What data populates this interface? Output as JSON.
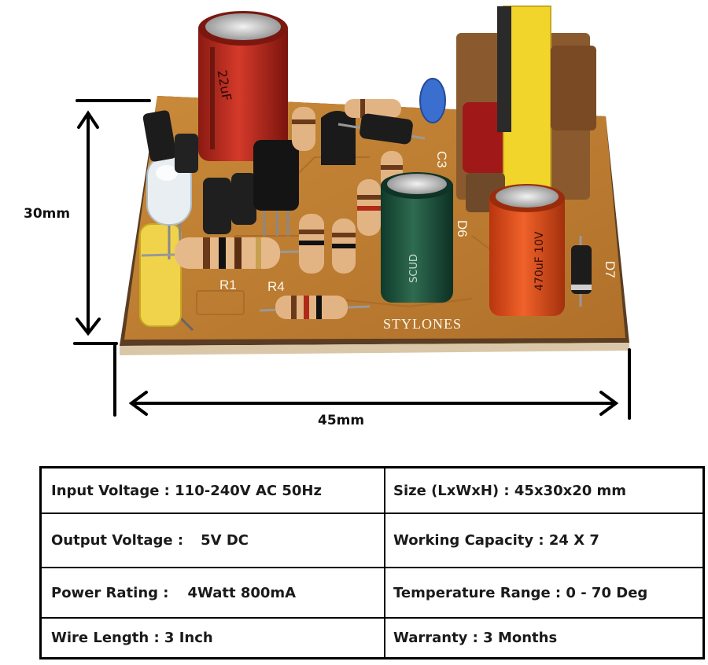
{
  "photo": {
    "board_print": "STYLONES",
    "silkscreen": [
      "R1",
      "R4",
      "D6",
      "D7",
      "C3"
    ],
    "cap_big_print": "470uF 10V",
    "cap_green_print": "SCUD",
    "cap_top_print": "22uF"
  },
  "dimensions": {
    "height": "30mm",
    "width": "45mm"
  },
  "specs": [
    {
      "label": "Input Voltage :",
      "value": "110-240V AC 50Hz"
    },
    {
      "label": "Size (LxWxH) :",
      "value": "45x30x20 mm"
    },
    {
      "label": "Output Voltage :",
      "value": "5V DC"
    },
    {
      "label": "Working Capacity :",
      "value": "24 X 7"
    },
    {
      "label": "Power Rating :",
      "value": "4Watt 800mA"
    },
    {
      "label": "Temperature Range :",
      "value": "0 - 70 Deg"
    },
    {
      "label": "Wire Length :",
      "value": "3 Inch"
    },
    {
      "label": "Warranty :",
      "value": "3 Months"
    }
  ]
}
